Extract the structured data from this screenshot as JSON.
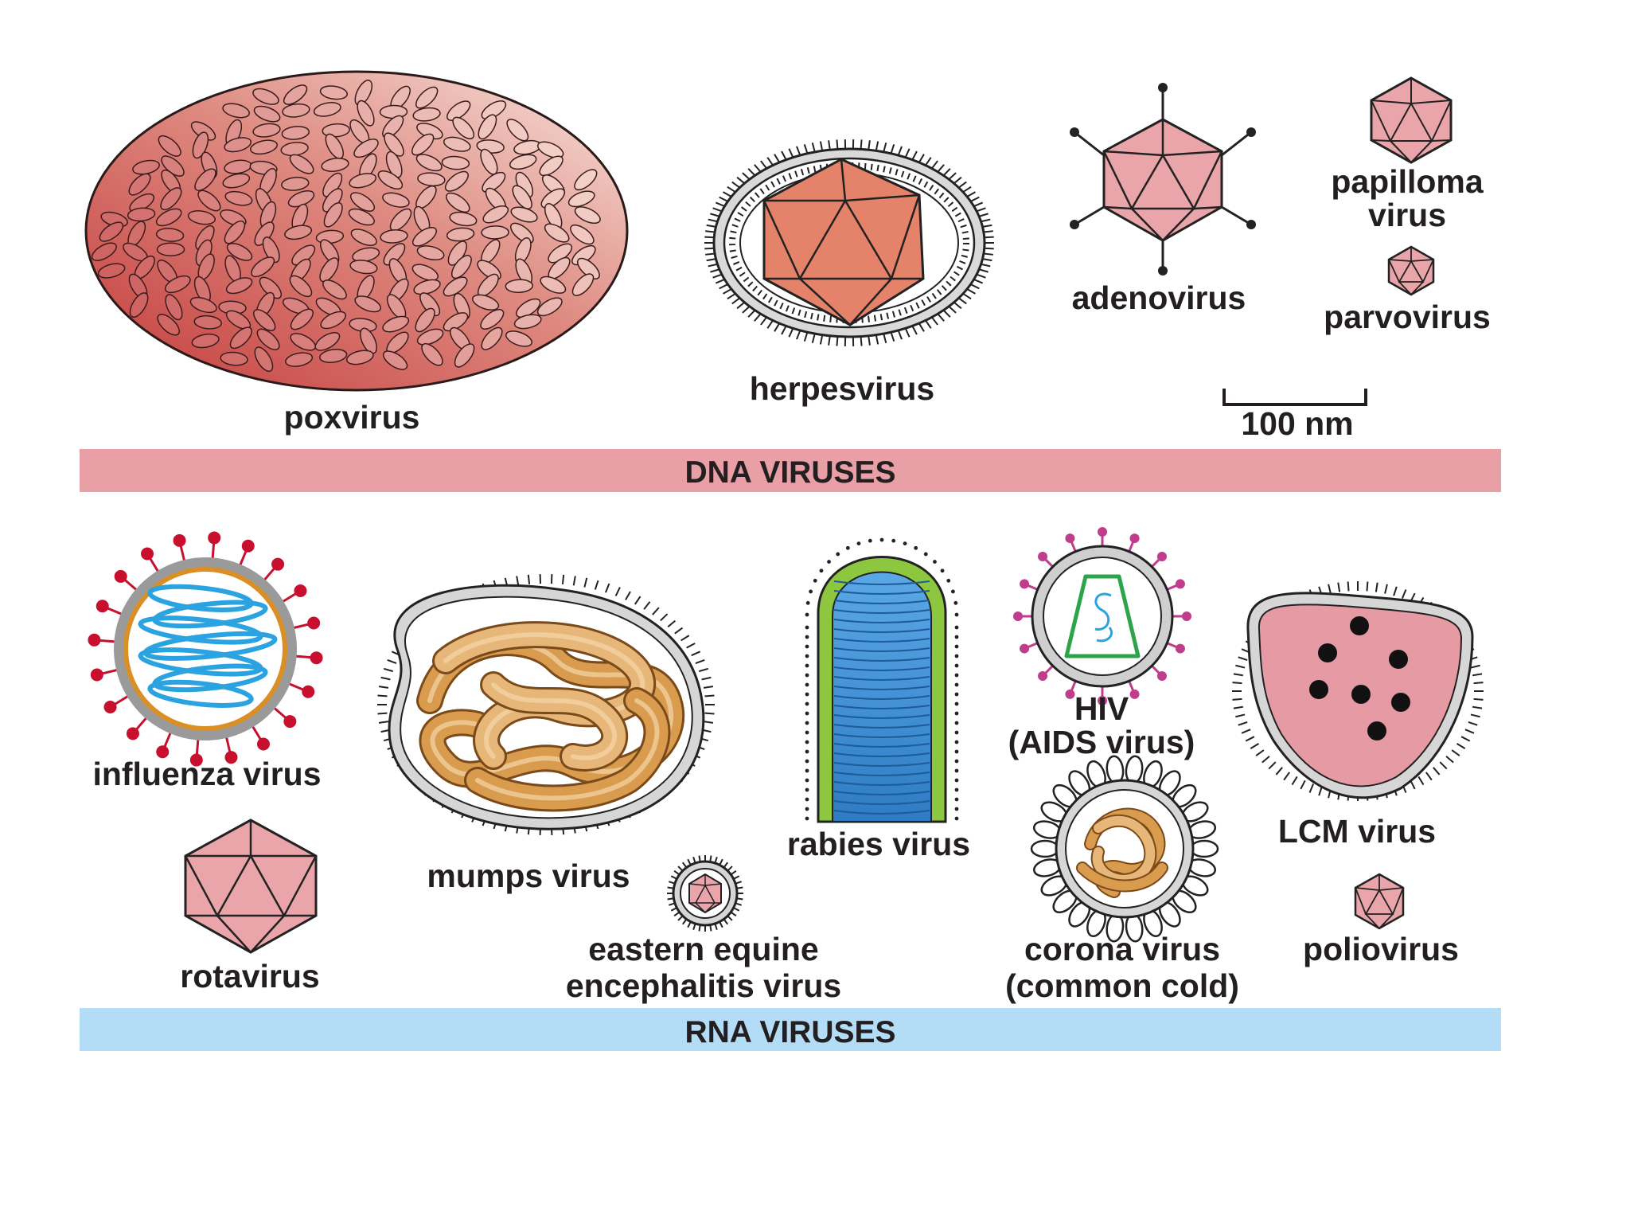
{
  "colors": {
    "dna_band": "#e8a0a6",
    "rna_band": "#b3dcf6",
    "capsid_pink": "#eaa5aa",
    "capsid_salmon": "#e4826a",
    "envelope_gray": "#c8c8c8",
    "influenza_spike": "#c8102e",
    "influenza_rna": "#2aa3e0",
    "hiv_green": "#2ca54a",
    "hiv_spike": "#c03c8c",
    "rabies_green": "#8dc63f",
    "rabies_blue": "#3b8fd4",
    "nucleocapsid_tan": "#d99b4e",
    "lcm_fill": "#e69aa4",
    "poxvirus_dark": "#c43b3b",
    "poxvirus_light": "#f6dcd4"
  },
  "bands": {
    "dna": "DNA VIRUSES",
    "rna": "RNA VIRUSES"
  },
  "scale_bar": {
    "label": "100 nm"
  },
  "dna_viruses": {
    "poxvirus": "poxvirus",
    "herpesvirus": "herpesvirus",
    "adenovirus": "adenovirus",
    "papilloma_line1": "papilloma",
    "papilloma_line2": "virus",
    "parvovirus": "parvovirus"
  },
  "rna_viruses": {
    "influenza": "influenza virus",
    "rotavirus": "rotavirus",
    "mumps": "mumps virus",
    "eee_line1": "eastern equine",
    "eee_line2": "encephalitis virus",
    "rabies": "rabies virus",
    "hiv_line1": "HIV",
    "hiv_line2": "(AIDS virus)",
    "corona_line1": "corona virus",
    "corona_line2": "(common cold)",
    "lcm": "LCM virus",
    "poliovirus": "poliovirus"
  }
}
